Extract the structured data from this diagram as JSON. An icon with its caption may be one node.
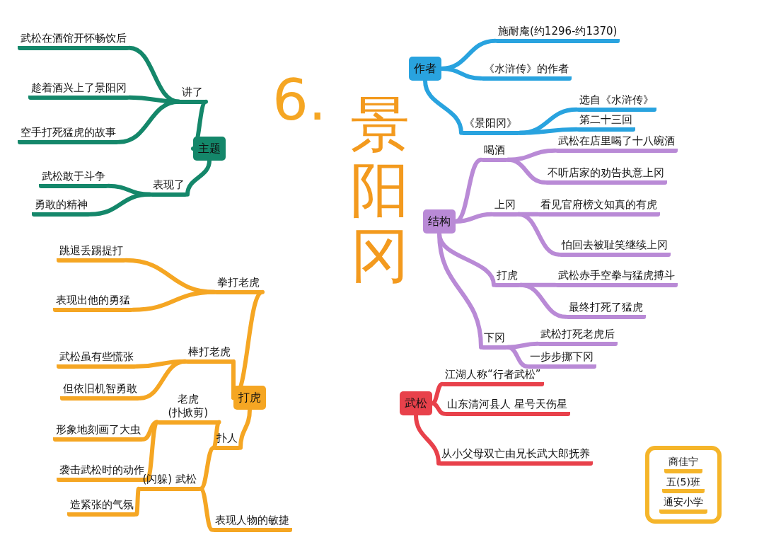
{
  "diagram": {
    "title": "景阳冈",
    "nodes": [
      {
        "text": [
          "主题"
        ]
      },
      {
        "text": [
          "讲了"
        ]
      },
      {
        "text": [
          "武松在酒馆开怀畅饮后"
        ]
      },
      {
        "text": [
          "趁着酒兴上了景阳冈"
        ]
      },
      {
        "text": [
          "空手打死猛虎的故事"
        ]
      },
      {
        "text": [
          "表现了"
        ]
      },
      {
        "text": [
          "武松敢于斗争"
        ]
      },
      {
        "text": [
          "勇敢的精神"
        ]
      },
      {
        "text": [
          "打虎"
        ]
      },
      {
        "text": [
          "拳打老虎"
        ]
      },
      {
        "text": [
          "跳退丢踢提打"
        ]
      },
      {
        "text": [
          "表现出他的勇猛"
        ]
      },
      {
        "text": [
          "棒打老虎"
        ]
      },
      {
        "text": [
          "武松虽有些慌张"
        ]
      },
      {
        "text": [
          "但依旧机智勇敢"
        ]
      },
      {
        "text": [
          "扑人"
        ]
      },
      {
        "text": [
          "老虎 (扑掀剪)"
        ]
      },
      {
        "text": [
          "形象地刻画了大虫"
        ]
      },
      {
        "text": [
          "袭击武松时的动作"
        ]
      },
      {
        "text": [
          "(闪躲) 武松"
        ]
      },
      {
        "text": [
          "造紧张的气氛"
        ]
      },
      {
        "text": [
          "表现人物的敏捷"
        ]
      },
      {
        "text": [
          "作者"
        ]
      },
      {
        "text": [
          "施耐庵(约1296-约1370)"
        ]
      },
      {
        "text": [
          "《水浒传》的作者"
        ]
      },
      {
        "text": [
          "《景阳冈》"
        ]
      },
      {
        "text": [
          "选自《水浒传》"
        ]
      },
      {
        "text": [
          "第二十三回"
        ]
      },
      {
        "text": [
          "结构"
        ]
      },
      {
        "text": [
          "喝酒"
        ]
      },
      {
        "text": [
          "武松在店里喝了十八碗酒"
        ]
      },
      {
        "text": [
          "不听店家的劝告执意上冈"
        ]
      },
      {
        "text": [
          "上冈"
        ]
      },
      {
        "text": [
          "看见官府榜文知真的有虎"
        ]
      },
      {
        "text": [
          "怕回去被耻笑继续上冈"
        ]
      },
      {
        "text": [
          "打虎"
        ]
      },
      {
        "text": [
          "武松赤手空拳与猛虎搏斗"
        ]
      },
      {
        "text": [
          "最终打死了猛虎"
        ]
      },
      {
        "text": [
          "下冈"
        ]
      },
      {
        "text": [
          "武松打死老虎后"
        ]
      },
      {
        "text": [
          "一步步挪下冈"
        ]
      },
      {
        "text": [
          "武松"
        ]
      },
      {
        "text": [
          "江湖人称“行者武松”"
        ]
      },
      {
        "text": [
          "山东清河县人 星号天伤星"
        ]
      },
      {
        "text": [
          "从小父母双亡由兄长武大郎抚养"
        ]
      },
      {
        "text": [
          "商佳宁",
          "五(5)班",
          "通安小学"
        ]
      }
    ],
    "edges": [
      {
        "from": 0,
        "to": 1,
        "arrow": "none",
        "color": "#14876a"
      },
      {
        "from": 1,
        "to": 2,
        "arrow": "none",
        "color": "#14876a"
      },
      {
        "from": 1,
        "to": 3,
        "arrow": "none",
        "color": "#14876a"
      },
      {
        "from": 1,
        "to": 4,
        "arrow": "none",
        "color": "#14876a"
      },
      {
        "from": 0,
        "to": 5,
        "arrow": "none",
        "color": "#14876a"
      },
      {
        "from": 5,
        "to": 6,
        "arrow": "none",
        "color": "#14876a"
      },
      {
        "from": 5,
        "to": 7,
        "arrow": "none",
        "color": "#14876a"
      },
      {
        "from": 8,
        "to": 9,
        "arrow": "none",
        "color": "#f5a623"
      },
      {
        "from": 9,
        "to": 10,
        "arrow": "none",
        "color": "#f5a623"
      },
      {
        "from": 9,
        "to": 11,
        "arrow": "none",
        "color": "#f5a623"
      },
      {
        "from": 8,
        "to": 12,
        "arrow": "none",
        "color": "#f5a623"
      },
      {
        "from": 12,
        "to": 13,
        "arrow": "none",
        "color": "#f5a623"
      },
      {
        "from": 12,
        "to": 14,
        "arrow": "none",
        "color": "#f5a623"
      },
      {
        "from": 8,
        "to": 15,
        "arrow": "none",
        "color": "#f5a623"
      },
      {
        "from": 15,
        "to": 16,
        "arrow": "none",
        "color": "#f5a623"
      },
      {
        "from": 16,
        "to": 17,
        "arrow": "none",
        "color": "#f5a623"
      },
      {
        "from": 16,
        "to": 18,
        "arrow": "none",
        "color": "#f5a623"
      },
      {
        "from": 15,
        "to": 19,
        "arrow": "none",
        "color": "#f5a623"
      },
      {
        "from": 19,
        "to": 20,
        "arrow": "none",
        "color": "#f5a623"
      },
      {
        "from": 19,
        "to": 21,
        "arrow": "none",
        "color": "#f5a623"
      },
      {
        "from": 22,
        "to": 23,
        "arrow": "none",
        "color": "#29a3df"
      },
      {
        "from": 22,
        "to": 24,
        "arrow": "none",
        "color": "#29a3df"
      },
      {
        "from": 22,
        "to": 25,
        "arrow": "none",
        "color": "#29a3df"
      },
      {
        "from": 25,
        "to": 26,
        "arrow": "none",
        "color": "#29a3df"
      },
      {
        "from": 25,
        "to": 27,
        "arrow": "none",
        "color": "#29a3df"
      },
      {
        "from": 28,
        "to": 29,
        "arrow": "none",
        "color": "#b98ad6"
      },
      {
        "from": 29,
        "to": 30,
        "arrow": "none",
        "color": "#b98ad6"
      },
      {
        "from": 29,
        "to": 31,
        "arrow": "none",
        "color": "#b98ad6"
      },
      {
        "from": 28,
        "to": 32,
        "arrow": "none",
        "color": "#b98ad6"
      },
      {
        "from": 32,
        "to": 33,
        "arrow": "none",
        "color": "#b98ad6"
      },
      {
        "from": 32,
        "to": 34,
        "arrow": "none",
        "color": "#b98ad6"
      },
      {
        "from": 28,
        "to": 35,
        "arrow": "none",
        "color": "#b98ad6"
      },
      {
        "from": 35,
        "to": 36,
        "arrow": "none",
        "color": "#b98ad6"
      },
      {
        "from": 35,
        "to": 37,
        "arrow": "none",
        "color": "#b98ad6"
      },
      {
        "from": 28,
        "to": 38,
        "arrow": "none",
        "color": "#b98ad6"
      },
      {
        "from": 38,
        "to": 39,
        "arrow": "none",
        "color": "#b98ad6"
      },
      {
        "from": 38,
        "to": 40,
        "arrow": "none",
        "color": "#b98ad6"
      },
      {
        "from": 41,
        "to": 42,
        "arrow": "none",
        "color": "#e8414b"
      },
      {
        "from": 41,
        "to": 43,
        "arrow": "none",
        "color": "#e8414b"
      },
      {
        "from": 41,
        "to": 44,
        "arrow": "none",
        "color": "#e8414b"
      }
    ],
    "labels": [
      "6."
    ]
  }
}
